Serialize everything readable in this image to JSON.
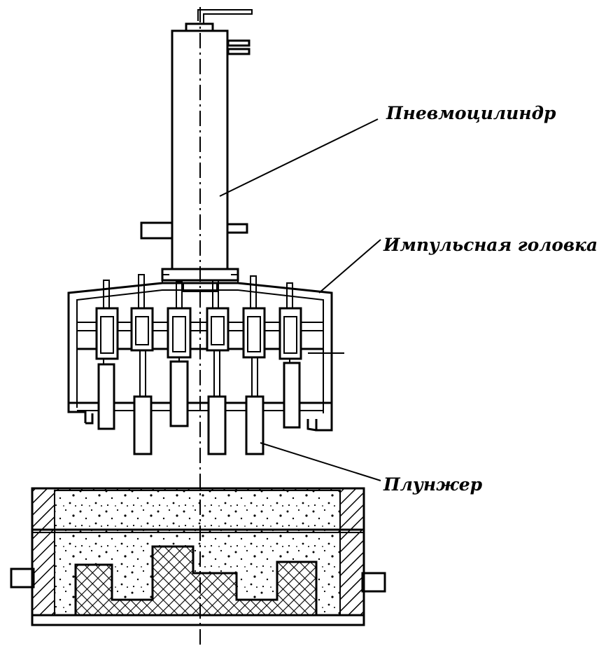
{
  "labels": {
    "cylinder": "Пневмоцилиндр",
    "head": "Импульсная головка",
    "plunger": "Плунжер"
  },
  "colors": {
    "ink": "#000000",
    "paper": "#ffffff"
  }
}
